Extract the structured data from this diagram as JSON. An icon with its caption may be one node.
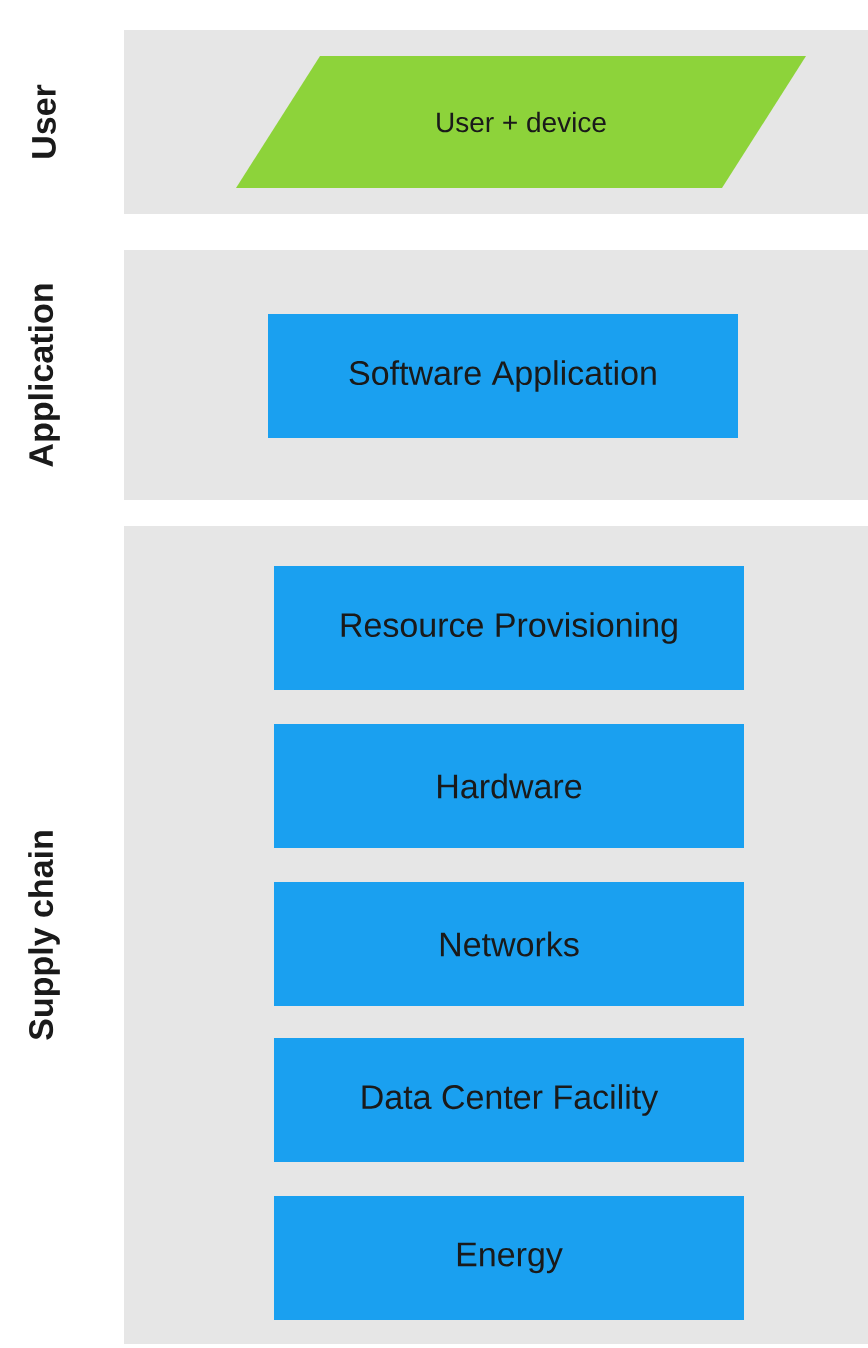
{
  "diagram": {
    "nodes": [
      {
        "text": [
          "User"
        ]
      },
      {
        "text": [
          "User + device"
        ],
        "in": 0
      },
      {
        "text": [
          "Application"
        ]
      },
      {
        "text": [
          "Software Application"
        ],
        "in": 2
      },
      {
        "text": [
          "Supply chain"
        ]
      },
      {
        "text": [
          "Resource Provisioning"
        ],
        "in": 4
      },
      {
        "text": [
          "Hardware"
        ],
        "in": 4
      },
      {
        "text": [
          "Networks"
        ],
        "in": 4
      },
      {
        "text": [
          "Data Center Facility"
        ],
        "in": 4
      },
      {
        "text": [
          "Energy"
        ],
        "in": 4
      }
    ]
  }
}
